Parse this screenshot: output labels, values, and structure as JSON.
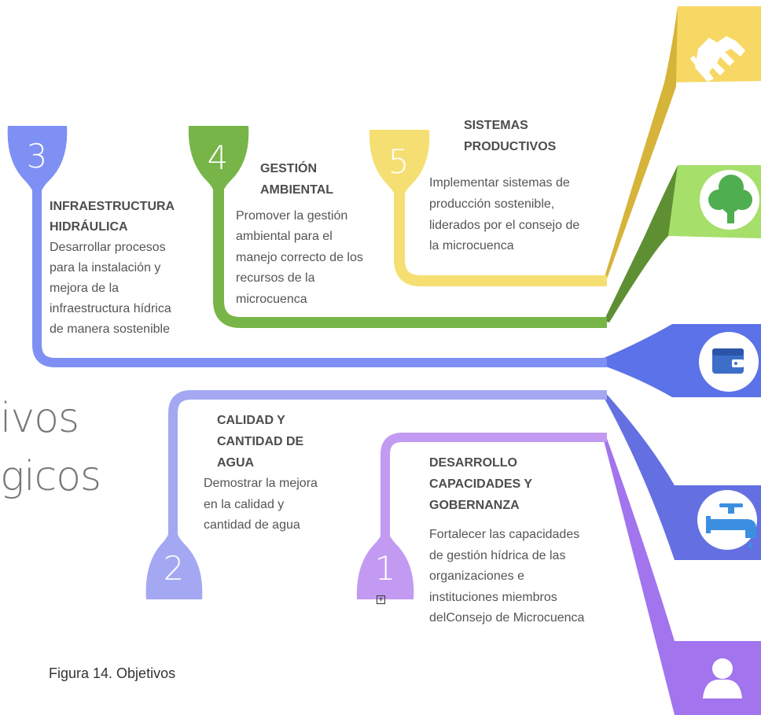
{
  "colors": {
    "obj1": "#c39af2",
    "obj2": "#a4a8f3",
    "obj3": "#7e90f4",
    "obj4": "#77b548",
    "obj5": "#f5df72",
    "tab_yellow": "#f7d865",
    "tab_green": "#a6df6a",
    "tab_blue": "#5b72e8",
    "tab_indigo": "#6470e2",
    "tab_purple": "#a274ee"
  },
  "title_fragment": {
    "line1": "ivos",
    "line2": "gicos"
  },
  "objectives": [
    {
      "number": "1",
      "heading": [
        "DESARROLLO",
        "CAPACIDADES Y",
        "GOBERNANZA"
      ],
      "description": [
        "Fortalecer las capacidades",
        "de gestión hídrica de las",
        "organizaciones e",
        "instituciones miembros",
        "delConsejo de Microcuenca"
      ],
      "icon": "person-icon"
    },
    {
      "number": "2",
      "heading": [
        "CALIDAD Y",
        "CANTIDAD DE",
        "AGUA"
      ],
      "description": [
        "Demostrar la mejora",
        "en la calidad y",
        "cantidad de agua"
      ],
      "icon": "water-tap-icon"
    },
    {
      "number": "3",
      "heading": [
        "INFRAESTRUCTURA",
        "HIDRÁULICA"
      ],
      "description": [
        "Desarrollar procesos",
        "para la instalación y",
        "mejora de la",
        "infraestructura hídrica",
        "de manera sostenible"
      ],
      "icon": "wallet-icon"
    },
    {
      "number": "4",
      "heading": [
        "GESTIÓN",
        "AMBIENTAL"
      ],
      "description": [
        "Promover la gestión",
        "ambiental para el",
        "manejo correcto de los",
        "recursos de la",
        "microcuenca"
      ],
      "icon": "tree-icon"
    },
    {
      "number": "5",
      "heading": [
        "SISTEMAS",
        "PRODUCTIVOS"
      ],
      "description": [
        "Implementar sistemas de",
        "producción sostenible,",
        "liderados por el consejo de",
        "la microcuenca"
      ],
      "icon": "handshake-icon"
    }
  ],
  "caption": "Figura 14. Objetivos"
}
